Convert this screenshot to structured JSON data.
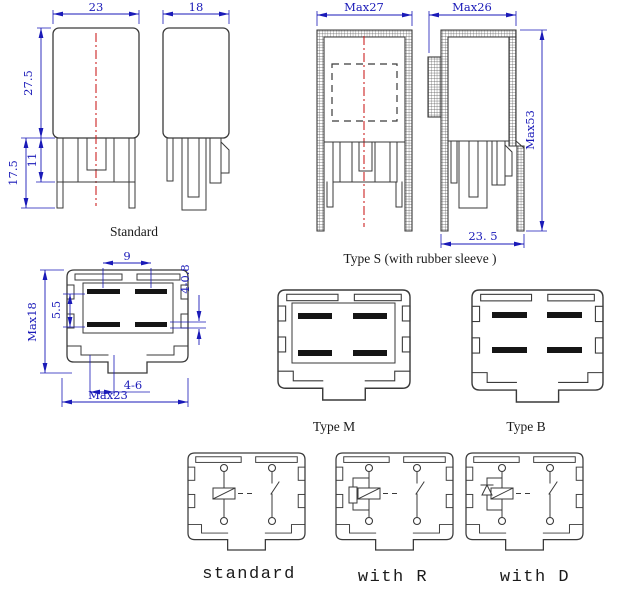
{
  "colors": {
    "line": "#3a3a3a",
    "dimension": "#1a1ab8",
    "centerline": "#cc2222",
    "pin_fill": "#151515"
  },
  "standard_view": {
    "label": "Standard",
    "width": "23",
    "side_width": "18",
    "body_height": "27.5",
    "block_height": "11",
    "pin_height": "17.5"
  },
  "sleeve_view": {
    "label": "Type S (with rubber sleeve )",
    "front_width": "Max27",
    "side_width": "Max26",
    "height": "Max53",
    "base_width": "23. 5"
  },
  "bottom_view": {
    "pin_pitch": "9",
    "row_spacing": "5.5",
    "height": "Max18",
    "pin_thickness": "4-0.8",
    "pin_width": "4-6",
    "width": "Max23"
  },
  "type_m": {
    "label": "Type M"
  },
  "type_b": {
    "label": "Type B"
  },
  "circuits": {
    "standard": "standard",
    "with_r": "with R",
    "with_d": "with D"
  }
}
